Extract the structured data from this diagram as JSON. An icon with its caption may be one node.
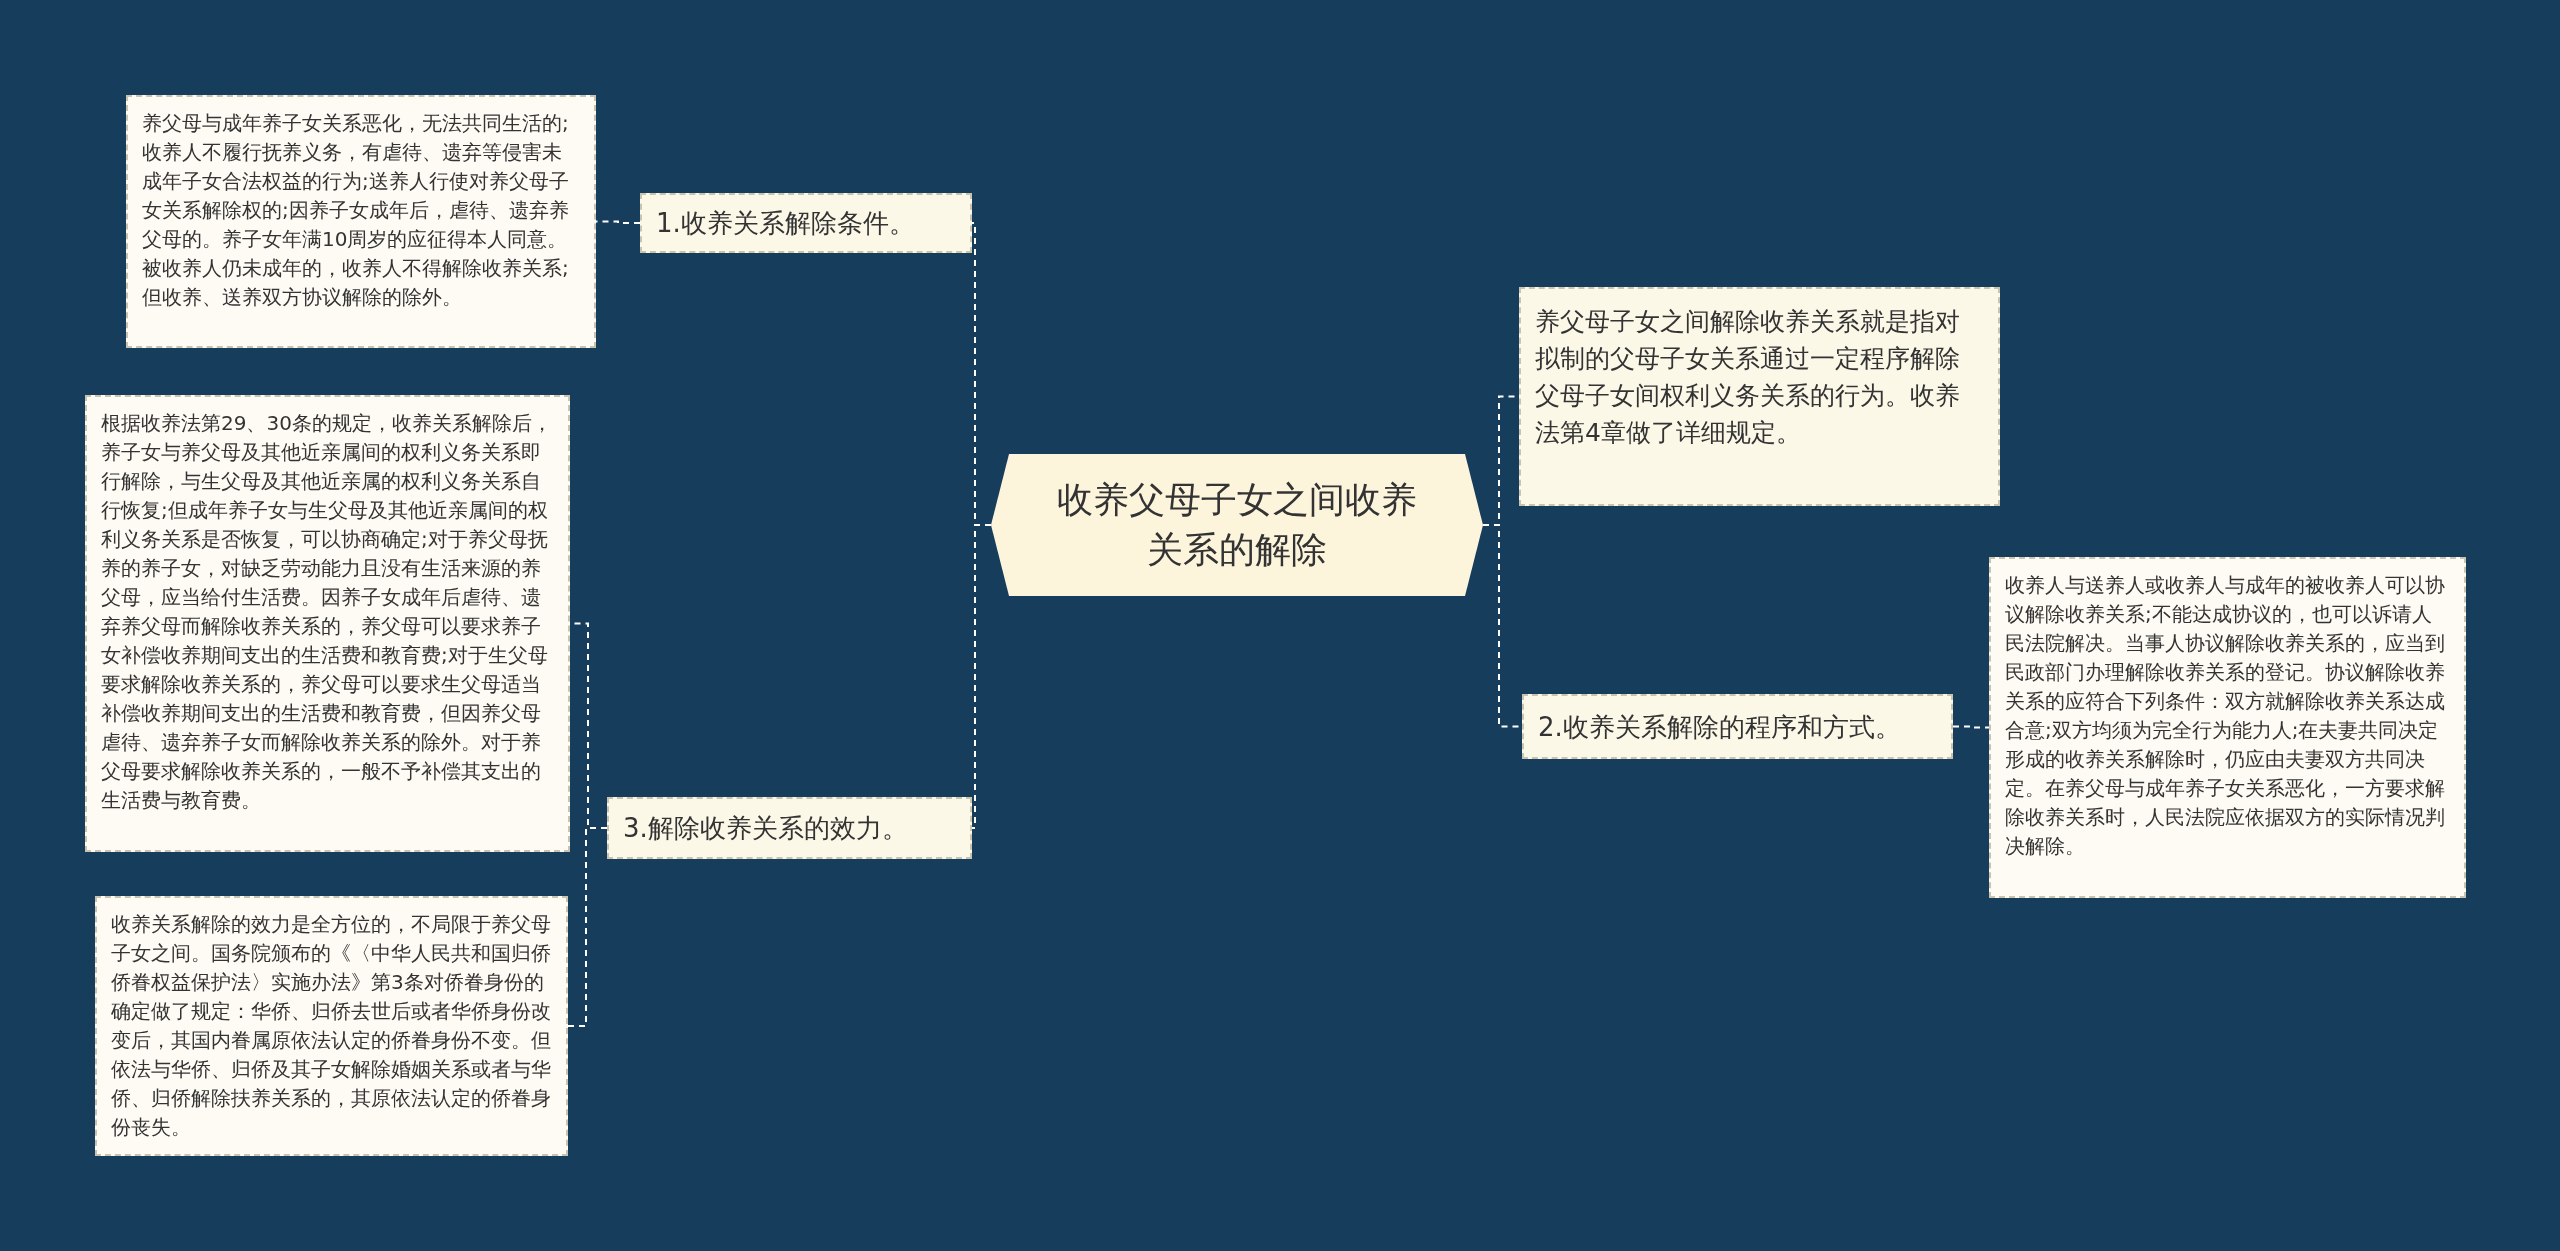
{
  "diagram": {
    "nodes": [
      {
        "text": [
          "收养父母子女之间收养关系的解除"
        ]
      },
      {
        "text": [
          "1.收养关系解除条件。"
        ]
      },
      {
        "text": [
          "养父母与成年养子女关系恶化，无法共同生活的;收养人不履行抚养义务，有虐待、遗弃等侵害未成年子女合法权益的行为;送养人行使对养父母子女关系解除权的;因养子女成年后，虐待、遗弃养父母的。养子女年满10周岁的应征得本人同意。被收养人仍未成年的，收养人不得解除收养关系;但收养、送养双方协议解除的除外。"
        ]
      },
      {
        "text": [
          "3.解除收养关系的效力。"
        ]
      },
      {
        "text": [
          "根据收养法第29、30条的规定，收养关系解除后，养子女与养父母及其他近亲属间的权利义务关系即行解除，与生父母及其他近亲属的权利义务关系自行恢复;但成年养子女与生父母及其他近亲属间的权利义务关系是否恢复，可以协商确定;对于养父母抚养的养子女，对缺乏劳动能力且没有生活来源的养父母，应当给付生活费。因养子女成年后虐待、遗弃养父母而解除收养关系的，养父母可以要求养子女补偿收养期间支出的生活费和教育费;对于生父母要求解除收养关系的，养父母可以要求生父母适当补偿收养期间支出的生活费和教育费，但因养父母虐待、遗弃养子女而解除收养关系的除外。对于养父母要求解除收养关系的，一般不予补偿其支出的生活费与教育费。"
        ]
      },
      {
        "text": [
          "收养关系解除的效力是全方位的，不局限于养父母子女之间。国务院颁布的《〈中华人民共和国归侨侨眷权益保护法〉实施办法》第3条对侨眷身份的确定做了规定：华侨、归侨去世后或者华侨身份改变后，其国内眷属原依法认定的侨眷身份不变。但依法与华侨、归侨及其子女解除婚姻关系或者与华侨、归侨解除扶养关系的，其原依法认定的侨眷身份丧失。"
        ]
      },
      {
        "text": [
          "养父母子女之间解除收养关系就是指对拟制的父母子女关系通过一定程序解除父母子女间权利义务关系的行为。收养法第4章做了详细规定。"
        ]
      },
      {
        "text": [
          "2.收养关系解除的程序和方式。"
        ]
      },
      {
        "text": [
          "收养人与送养人或收养人与成年的被收养人可以协议解除收养关系;不能达成协议的，也可以诉请人民法院解决。当事人协议解除收养关系的，应当到民政部门办理解除收养关系的登记。协议解除收养关系的应符合下列条件：双方就解除收养关系达成合意;双方均须为完全行为能力人;在夫妻共同决定形成的收养关系解除时，仍应由夫妻双方共同决定。在养父母与成年养子女关系恶化，一方要求解除收养关系时，人民法院应依据双方的实际情况判决解除。"
        ]
      }
    ],
    "edges": [
      {
        "from": 0,
        "to": 1,
        "arrow": "none"
      },
      {
        "from": 1,
        "to": 2,
        "arrow": "none"
      },
      {
        "from": 0,
        "to": 3,
        "arrow": "none"
      },
      {
        "from": 3,
        "to": 4,
        "arrow": "none"
      },
      {
        "from": 3,
        "to": 5,
        "arrow": "none"
      },
      {
        "from": 0,
        "to": 6,
        "arrow": "none"
      },
      {
        "from": 0,
        "to": 7,
        "arrow": "none"
      },
      {
        "from": 7,
        "to": 8,
        "arrow": "none"
      }
    ]
  }
}
